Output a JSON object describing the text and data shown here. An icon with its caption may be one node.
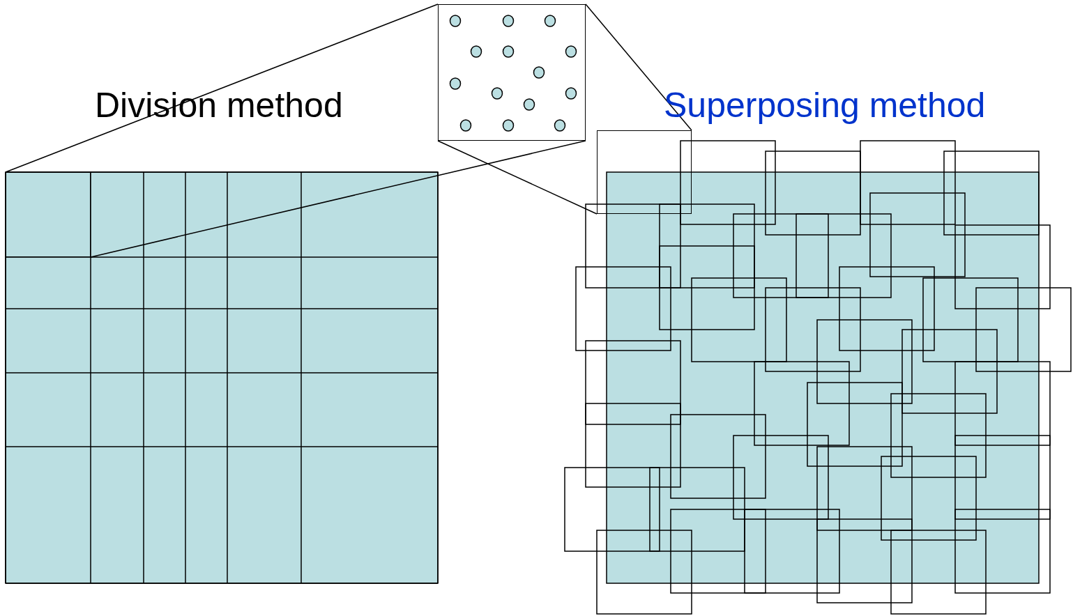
{
  "diagram": {
    "nodes": [
      {
        "text": [],
        "shape": "box"
      },
      {
        "text": [],
        "shape": "box"
      },
      {
        "text": [],
        "shape": "box"
      }
    ],
    "edges": [
      {
        "from": 0,
        "to": 1,
        "arrow": "none"
      },
      {
        "from": 0,
        "to": 1,
        "arrow": "none"
      },
      {
        "from": 1,
        "to": 2,
        "arrow": "none"
      },
      {
        "from": 1,
        "to": 2,
        "arrow": "none"
      }
    ],
    "labels": [
      "Division method",
      "Superposing method"
    ]
  }
}
